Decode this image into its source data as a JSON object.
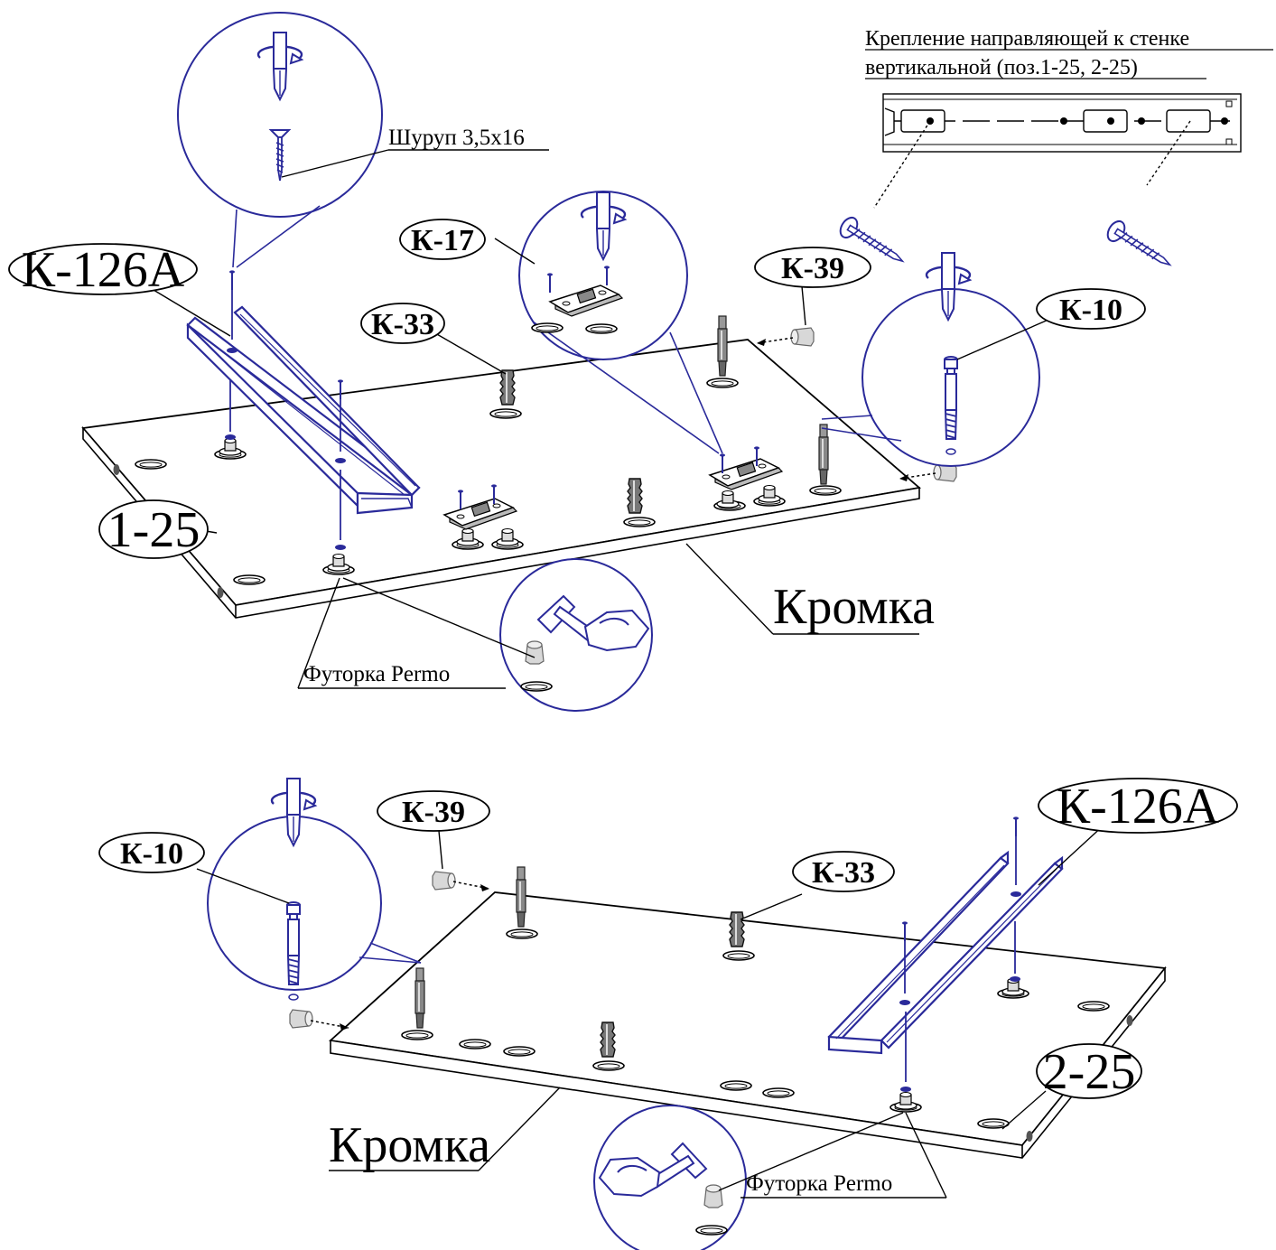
{
  "colors": {
    "line": "#000000",
    "hardware": "#2a2a9a",
    "fill": "#ffffff",
    "metal": "#8a8a8a"
  },
  "top_assembly": {
    "panel_label": "1-25",
    "rail_label": "К-126А",
    "screw_callout": "Шуруп 3,5х16",
    "tag_k17": "К-17",
    "tag_k33": "К-33",
    "tag_k39": "К-39",
    "tag_k10": "К-10",
    "edge_label": "Кромка",
    "insert_label": "Футорка Permo"
  },
  "guide_note": {
    "line1": "Крепление направляющей к стенке",
    "line2": "вертикальной (поз.1-25, 2-25)"
  },
  "bottom_assembly": {
    "panel_label": "2-25",
    "rail_label": "К-126А",
    "tag_k39": "К-39",
    "tag_k10": "К-10",
    "tag_k33": "К-33",
    "edge_label": "Кромка",
    "insert_label": "Футорка Permo"
  },
  "icons": [
    "screwdriver-icon",
    "screw-icon",
    "hammer-icon",
    "hand-icon",
    "dowel-icon",
    "cam-bolt-icon",
    "cam-cup-icon",
    "hinge-plate-icon",
    "insert-icon"
  ]
}
